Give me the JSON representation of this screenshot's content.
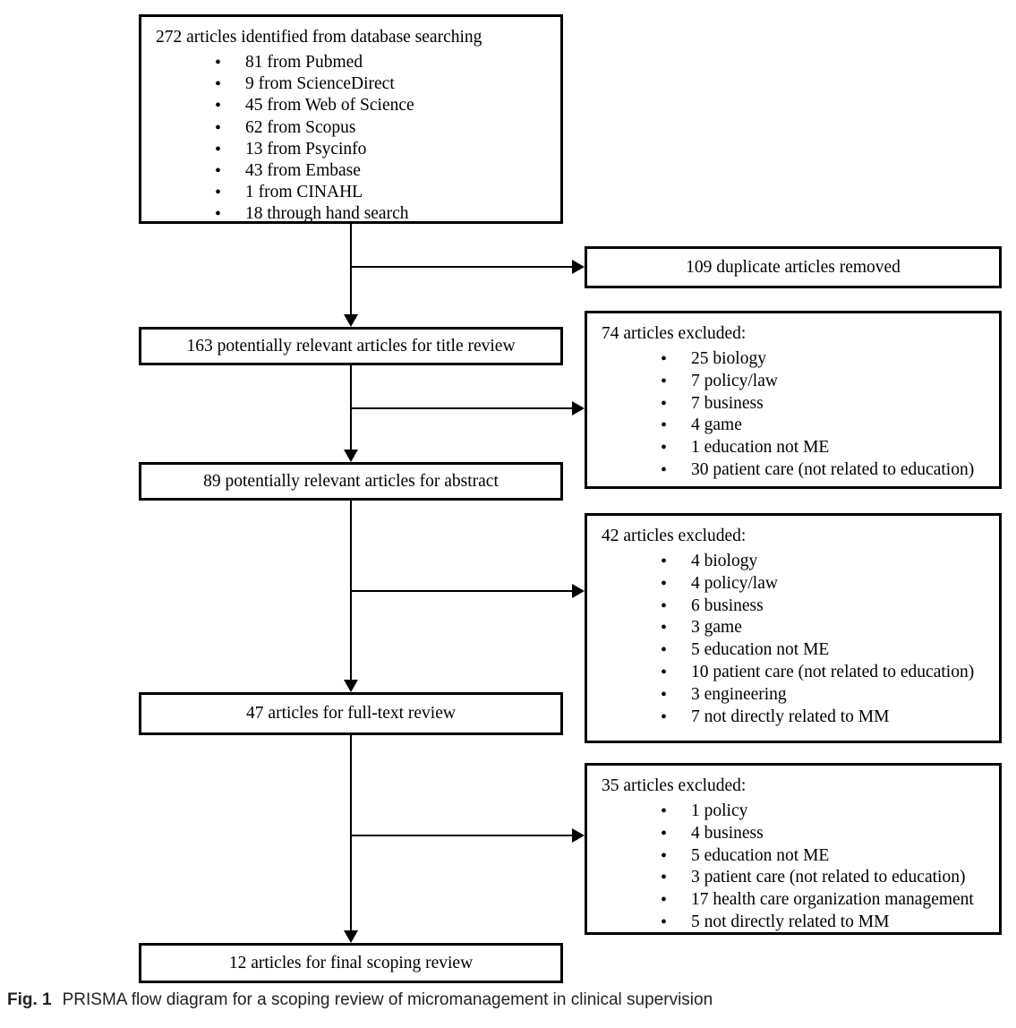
{
  "figure": {
    "caption_label": "Fig. 1",
    "caption": "PRISMA flow diagram for a scoping review of micromanagement in clinical supervision"
  },
  "flow": {
    "identified": {
      "title": "272 articles identified from database searching",
      "items": [
        "81 from Pubmed",
        "9 from ScienceDirect",
        "45 from Web of Science",
        "62 from Scopus",
        "13 from Psycinfo",
        "43 from Embase",
        "1 from CINAHL",
        "18 through hand search"
      ]
    },
    "duplicates_removed": {
      "text": "109 duplicate articles removed"
    },
    "title_review": {
      "text": "163 potentially relevant articles for title review"
    },
    "excluded_title": {
      "title": "74 articles excluded:",
      "items": [
        "25 biology",
        "7 policy/law",
        "7 business",
        "4 game",
        "1 education not ME",
        "30 patient care (not related to education)"
      ]
    },
    "abstract_review": {
      "text": "89 potentially relevant articles for abstract"
    },
    "excluded_abstract": {
      "title": "42 articles excluded:",
      "items": [
        "4 biology",
        "4 policy/law",
        "6 business",
        "3 game",
        "5 education not ME",
        "10 patient care (not related to education)",
        "3 engineering",
        "7 not directly related to MM"
      ]
    },
    "fulltext_review": {
      "text": "47 articles for full-text review"
    },
    "excluded_fulltext": {
      "title": "35 articles excluded:",
      "items": [
        "1 policy",
        "4 business",
        "5 education not ME",
        "3 patient care (not related to education)",
        "17 health care organization management",
        "5 not directly related to MM"
      ]
    },
    "final_review": {
      "text": "12 articles for final scoping review"
    }
  }
}
